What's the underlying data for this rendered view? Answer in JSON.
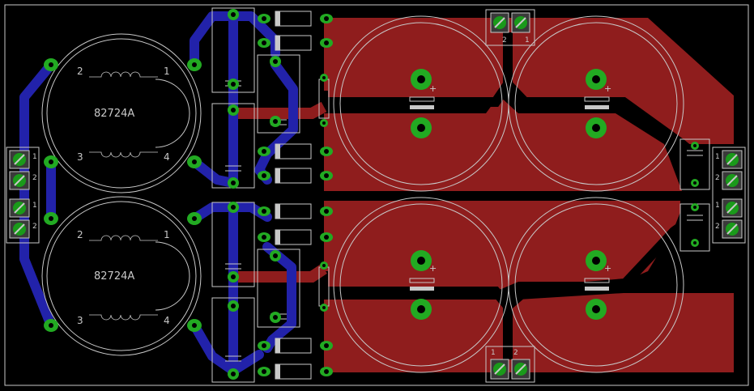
{
  "board": {
    "background": "#000000",
    "outline_color": "#c8c8c8",
    "top_copper_color": "#8f1d1d",
    "bottom_copper_color": "#2222aa",
    "pad_color": "#22aa22"
  },
  "transformers": [
    {
      "part": "82724A",
      "pin_tl": "2",
      "pin_tr": "1",
      "pin_bl": "3",
      "pin_br": "4"
    },
    {
      "part": "82724A",
      "pin_tl": "2",
      "pin_tr": "1",
      "pin_bl": "3",
      "pin_br": "4"
    }
  ],
  "terminals": {
    "top_out": {
      "pin_a": "2",
      "pin_b": "1"
    },
    "bottom_out": {
      "pin_a": "1",
      "pin_b": "2"
    },
    "left_in_upper": {
      "pin_a": "1",
      "pin_b": "2"
    },
    "left_in_lower": {
      "pin_a": "1",
      "pin_b": "2"
    },
    "right_out": {
      "pin_a": "1",
      "pin_b": "2",
      "pin_c": "1",
      "pin_d": "2"
    }
  },
  "capacitor_polarity": "+"
}
